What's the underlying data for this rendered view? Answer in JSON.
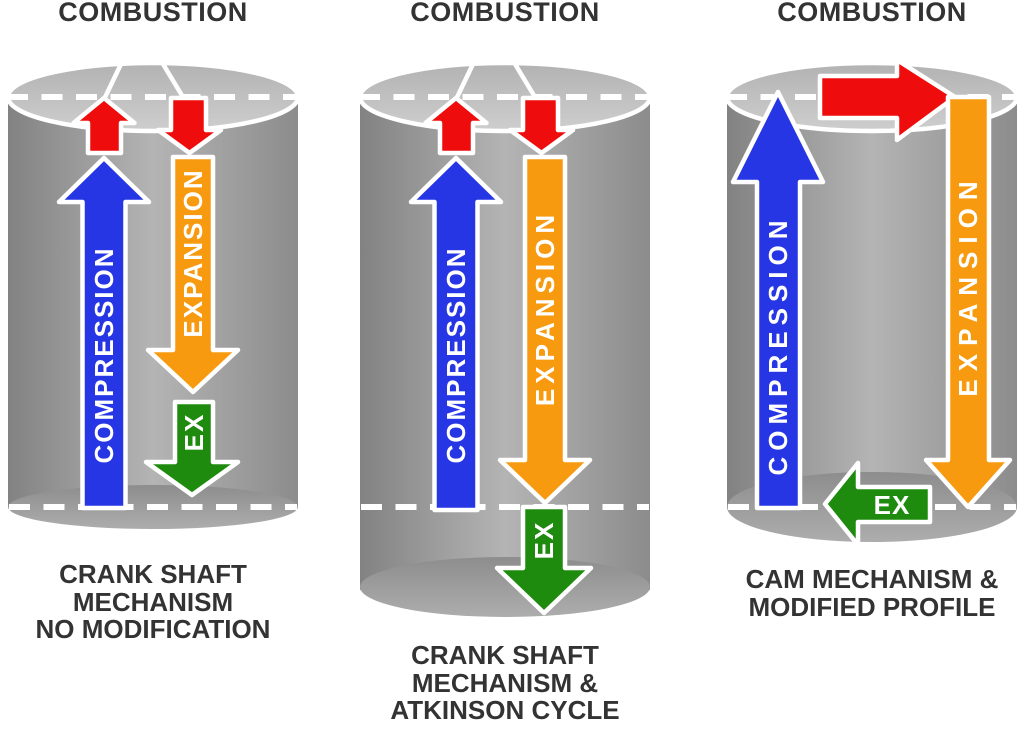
{
  "palette": {
    "compression_blue": "#2636e4",
    "expansion_orange": "#f79a10",
    "exhaust_green": "#1e8b0e",
    "combustion_red": "#ee0c0c",
    "cylinder_body_gray": "#9a9a9a",
    "cylinder_top_gray": "#c2c2c2",
    "caption_text": "#333333",
    "outline_white": "#ffffff"
  },
  "cylinders": [
    {
      "title": "COMBUSTION",
      "arrow_labels": {
        "compression": "COMPRESSION",
        "expansion": "EXPANSION",
        "exhaust": "EX"
      },
      "caption_lines": [
        "CRANK SHAFT",
        "MECHANISM",
        "NO MODIFICATION"
      ]
    },
    {
      "title": "COMBUSTION",
      "arrow_labels": {
        "compression": "COMPRESSION",
        "expansion": "EXPANSION",
        "exhaust": "EX"
      },
      "caption_lines": [
        "CRANK SHAFT",
        "MECHANISM &",
        "ATKINSON CYCLE"
      ]
    },
    {
      "title": "COMBUSTION",
      "arrow_labels": {
        "compression": "COMPRESSION",
        "expansion": "EXPANSION",
        "exhaust": "EX"
      },
      "caption_lines": [
        "CAM MECHANISM &",
        "MODIFIED PROFILE"
      ]
    }
  ]
}
